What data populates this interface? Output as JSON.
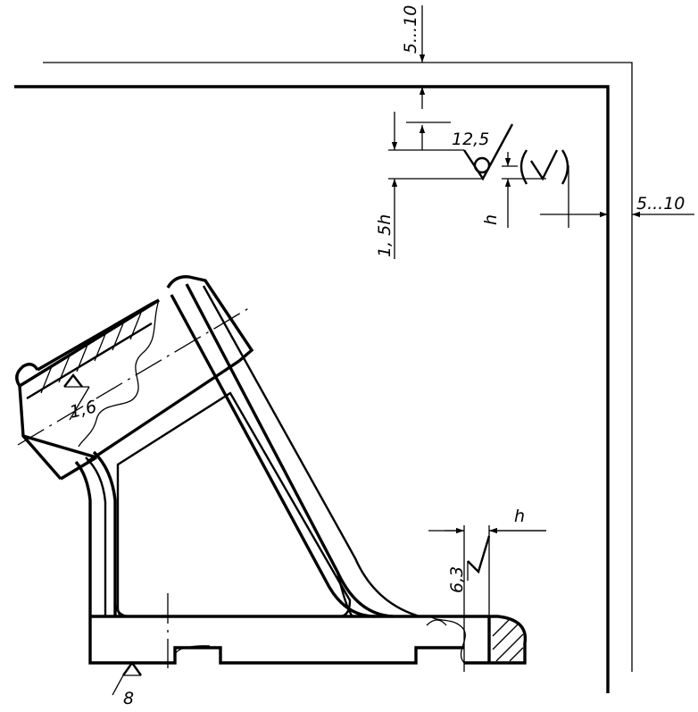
{
  "frame": {
    "gap_top": "5...10",
    "gap_right": "5...10"
  },
  "title_roughness": {
    "value": "12,5",
    "height_marker": "h",
    "symbol_height": "1, 5h",
    "parenthetical_symbol": "(√)"
  },
  "part": {
    "bore_roughness": "1,6",
    "face_roughness": "6,3",
    "face_height_marker": "h",
    "base_roughness": "8"
  }
}
